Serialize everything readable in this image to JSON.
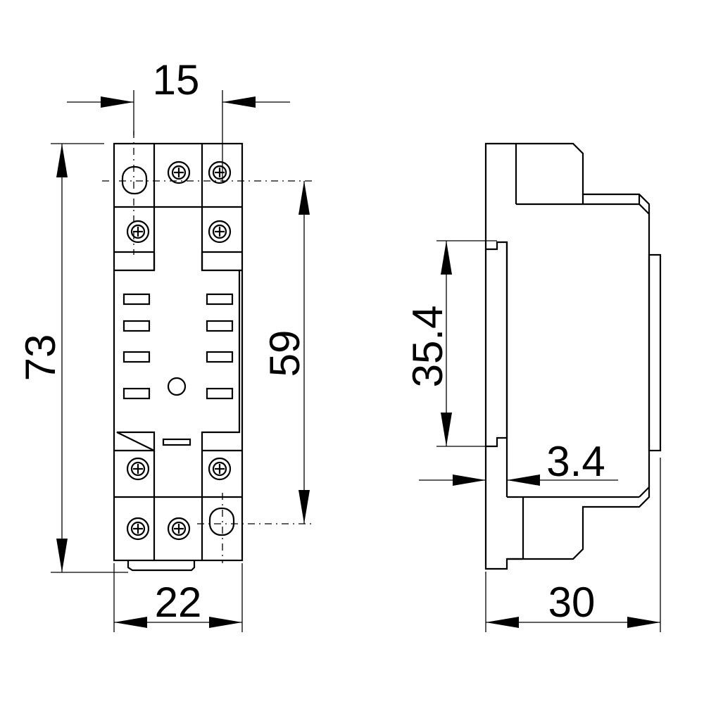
{
  "front_view": {
    "width_dim": "22",
    "height_dim": "73",
    "pitch_dim": "15",
    "screw_spacing_dim": "59"
  },
  "side_view": {
    "depth_dim": "30",
    "rail_dim": "35.4",
    "offset_dim": "3.4"
  },
  "colors": {
    "line": "#000000",
    "background": "#ffffff"
  }
}
